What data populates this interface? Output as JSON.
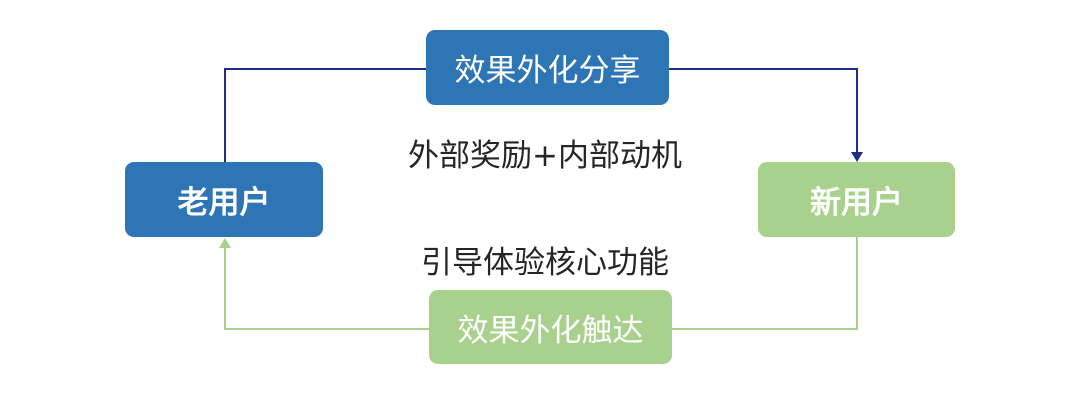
{
  "colors": {
    "blue": "#2e75b6",
    "navy_line": "#1f2d8a",
    "green": "#a9d18e",
    "green_line": "#a9d18e",
    "text": "#262626"
  },
  "nodes": {
    "old_user": "老用户",
    "new_user": "新用户",
    "share": "效果外化分享",
    "reach": "效果外化触达"
  },
  "labels": {
    "motivation": "外部奖励+内部动机",
    "guide": "引导体验核心功能"
  }
}
